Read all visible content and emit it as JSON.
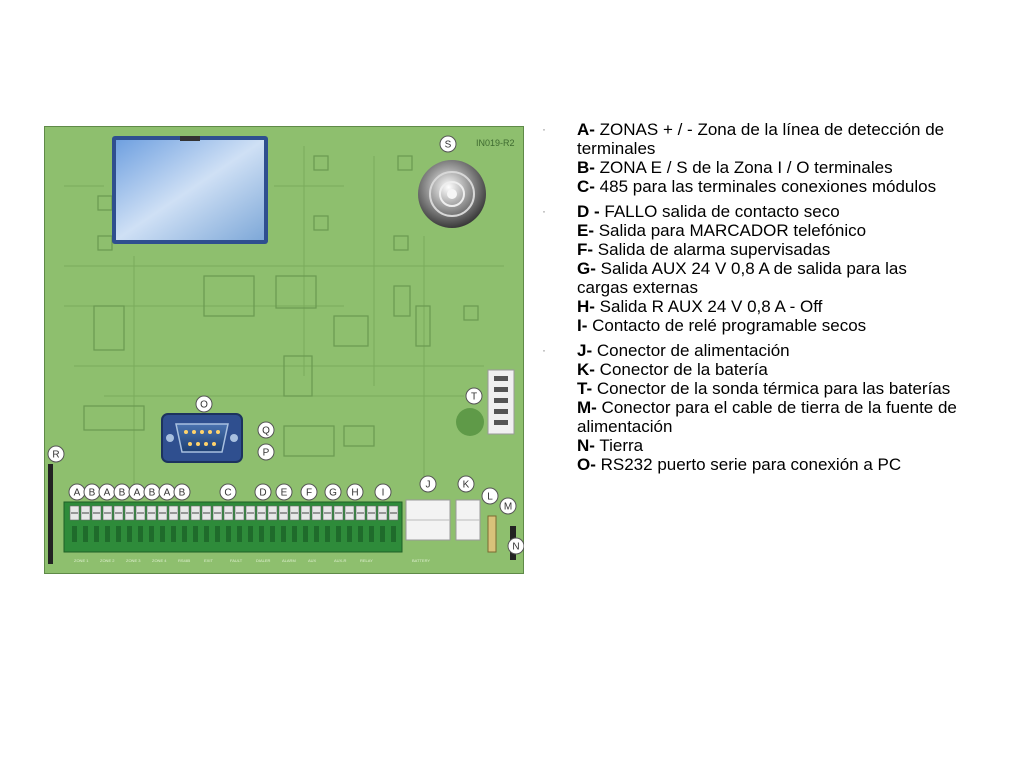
{
  "board": {
    "model_label": "IN019-R2",
    "colors": {
      "pcb": "#8ebf6e",
      "terminal": "#2e8b3a",
      "label_bg": "#ffffff"
    },
    "callouts": {
      "S": "S",
      "O": "O",
      "Q": "Q",
      "P": "P",
      "T": "T",
      "R": "R",
      "J": "J",
      "K": "K",
      "L": "L",
      "M": "M",
      "N": "N",
      "I": "I",
      "H": "H",
      "G": "G",
      "F": "F",
      "E": "E",
      "D": "D",
      "C": "C"
    },
    "terminal_row_letters": [
      "A",
      "B",
      "A",
      "B",
      "A",
      "B",
      "A",
      "B",
      "C",
      "D",
      "E",
      "F",
      "G",
      "H",
      "I"
    ],
    "zone_labels": [
      "ZONE 1",
      "ZONE 2",
      "ZONE 3",
      "ZONE 4",
      "RS485",
      "EXIT",
      "FAULT",
      "DIALER",
      "ALARM",
      "AUX",
      "AUX-R",
      "RELAY",
      "",
      "BATTERY"
    ]
  },
  "legend": [
    {
      "lines": [
        {
          "key": "A-",
          "text": " ZONAS + / - Zona de la línea de detección de terminales"
        },
        {
          "key": "B-",
          "text": " ZONA E / S de la Zona I / O terminales"
        },
        {
          "key": "C-",
          "text": " 485 para las terminales conexiones módulos"
        }
      ]
    },
    {
      "lines": [
        {
          "key": "D -",
          "text": " FALLO salida de contacto seco"
        },
        {
          "key": "E-",
          "text": " Salida para MARCADOR telefónico"
        },
        {
          "key": "F-",
          "text": " Salida de alarma supervisadas"
        },
        {
          "key": "G-",
          "text": " Salida AUX 24 V 0,8 A de salida para las cargas externas"
        },
        {
          "key": "H-",
          "text": " Salida R AUX 24 V 0,8 A  - Off"
        },
        {
          "key": " I-",
          "text": " Contacto de relé programable secos"
        }
      ]
    },
    {
      "lines": [
        {
          "key": "J-",
          "text": " Conector de alimentación"
        },
        {
          "key": "K-",
          "text": " Conector de la batería"
        },
        {
          "key": "T-",
          "text": " Conector de la sonda térmica para las baterías"
        },
        {
          "key": "M-",
          "text": " Conector para el cable de tierra de la fuente de alimentación"
        },
        {
          "key": "N-",
          "text": " Tierra"
        },
        {
          "key": "O-",
          "text": " RS232 puerto serie para conexión a PC"
        }
      ]
    }
  ],
  "bullet_glyph": "·"
}
